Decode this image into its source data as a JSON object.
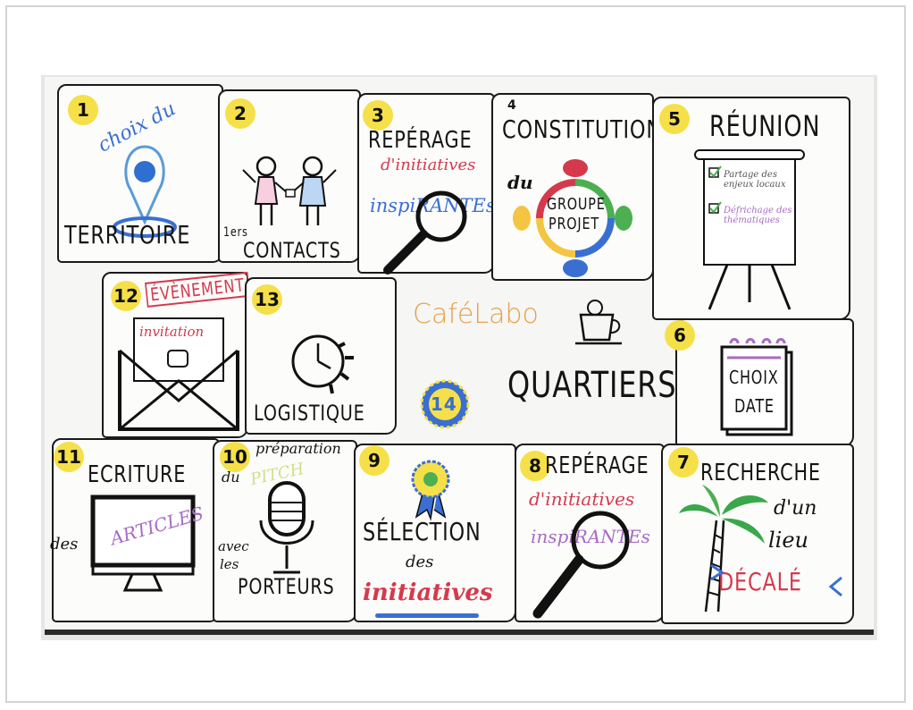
{
  "title": "CaféLabo",
  "subtitle": "QUARTIERS",
  "center_badge": "14",
  "steps": [
    {
      "num": "1",
      "lines": [
        "choix du",
        "TERRITOIRE"
      ]
    },
    {
      "num": "2",
      "lines": [
        "1ers",
        "CONTACTS"
      ]
    },
    {
      "num": "3",
      "lines": [
        "REPÉRAGE",
        "d'initiatives",
        "inspiRANTEs"
      ]
    },
    {
      "num": "4",
      "lines": [
        "CONSTITUTION",
        "du",
        "GROUPE",
        "PROJET"
      ]
    },
    {
      "num": "5",
      "lines": [
        "RÉUNION",
        "Partage des enjeux locaux",
        "Défrichage des thématiques"
      ]
    },
    {
      "num": "6",
      "lines": [
        "CHOIX",
        "DATE"
      ]
    },
    {
      "num": "7",
      "lines": [
        "RECHERCHE",
        "d'un",
        "lieu",
        "DÉCALÉ"
      ]
    },
    {
      "num": "8",
      "lines": [
        "REPÉRAGE",
        "d'initiatives",
        "inspiRANTEs"
      ]
    },
    {
      "num": "9",
      "lines": [
        "SÉLECTION",
        "des",
        "initiatives"
      ]
    },
    {
      "num": "10",
      "lines": [
        "préparation",
        "du",
        "PITCH",
        "avec",
        "les",
        "PORTEURS"
      ]
    },
    {
      "num": "11",
      "lines": [
        "ECRITURE",
        "des",
        "ARTICLES"
      ]
    },
    {
      "num": "12",
      "lines": [
        "ÉVÈNEMENT",
        "invitation"
      ]
    },
    {
      "num": "13",
      "lines": [
        "LOGISTIQUE"
      ]
    }
  ],
  "colors": {
    "yellow": "#f6e04a",
    "red": "#d43a4c",
    "blue": "#3a6fd1",
    "purple": "#a86bc4",
    "orange": "#e3a14d",
    "green": "#4caf50",
    "ink": "#1a1a1a"
  }
}
